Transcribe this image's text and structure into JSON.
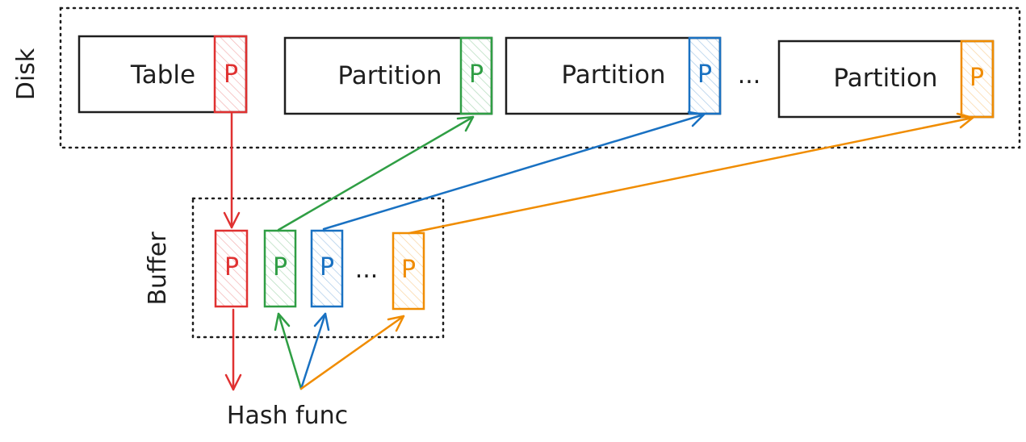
{
  "labels": {
    "disk": "Disk",
    "buffer": "Buffer",
    "hash_func": "Hash func"
  },
  "blocks": {
    "table": "Table",
    "partition_1": "Partition",
    "partition_2": "Partition",
    "partition_3": "Partition"
  },
  "page_letter": "P",
  "ellipsis": "...",
  "colors": {
    "red": "#e03131",
    "green": "#2f9e44",
    "blue": "#1971c2",
    "orange": "#f08c00",
    "ink": "#1e1e1e"
  }
}
